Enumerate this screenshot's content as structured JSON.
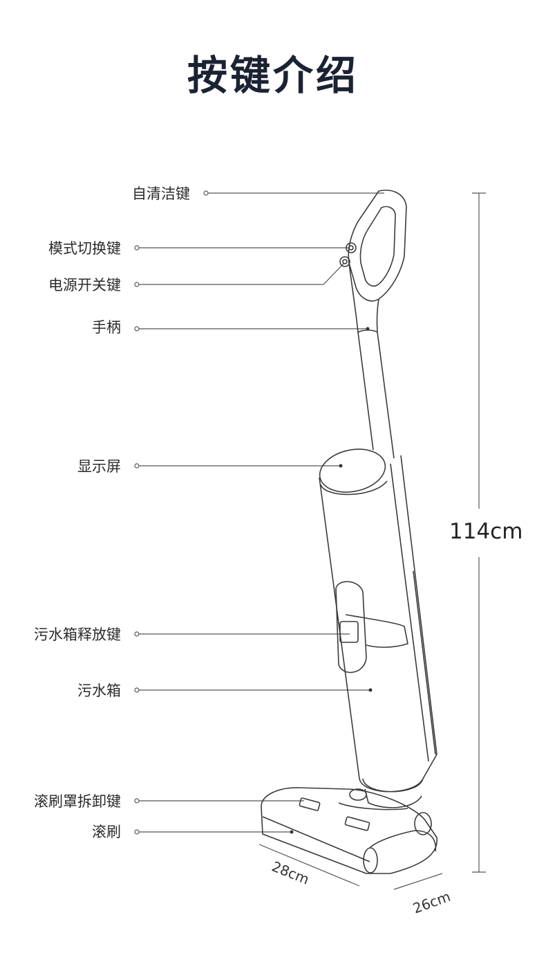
{
  "page": {
    "title": "按键介绍"
  },
  "labels": {
    "self_clean": "自清洁键",
    "mode_switch": "模式切换键",
    "power": "电源开关键",
    "handle": "手柄",
    "display": "显示屏",
    "dirty_tank_release": "污水箱释放键",
    "dirty_tank": "污水箱",
    "brush_cover_release": "滚刷罩拆卸键",
    "roller_brush": "滚刷"
  },
  "dimensions": {
    "height": "114cm",
    "length": "28cm",
    "width": "26cm"
  },
  "colors": {
    "title": "#1b2333",
    "line": "#555555",
    "text": "#2a2a2a"
  }
}
